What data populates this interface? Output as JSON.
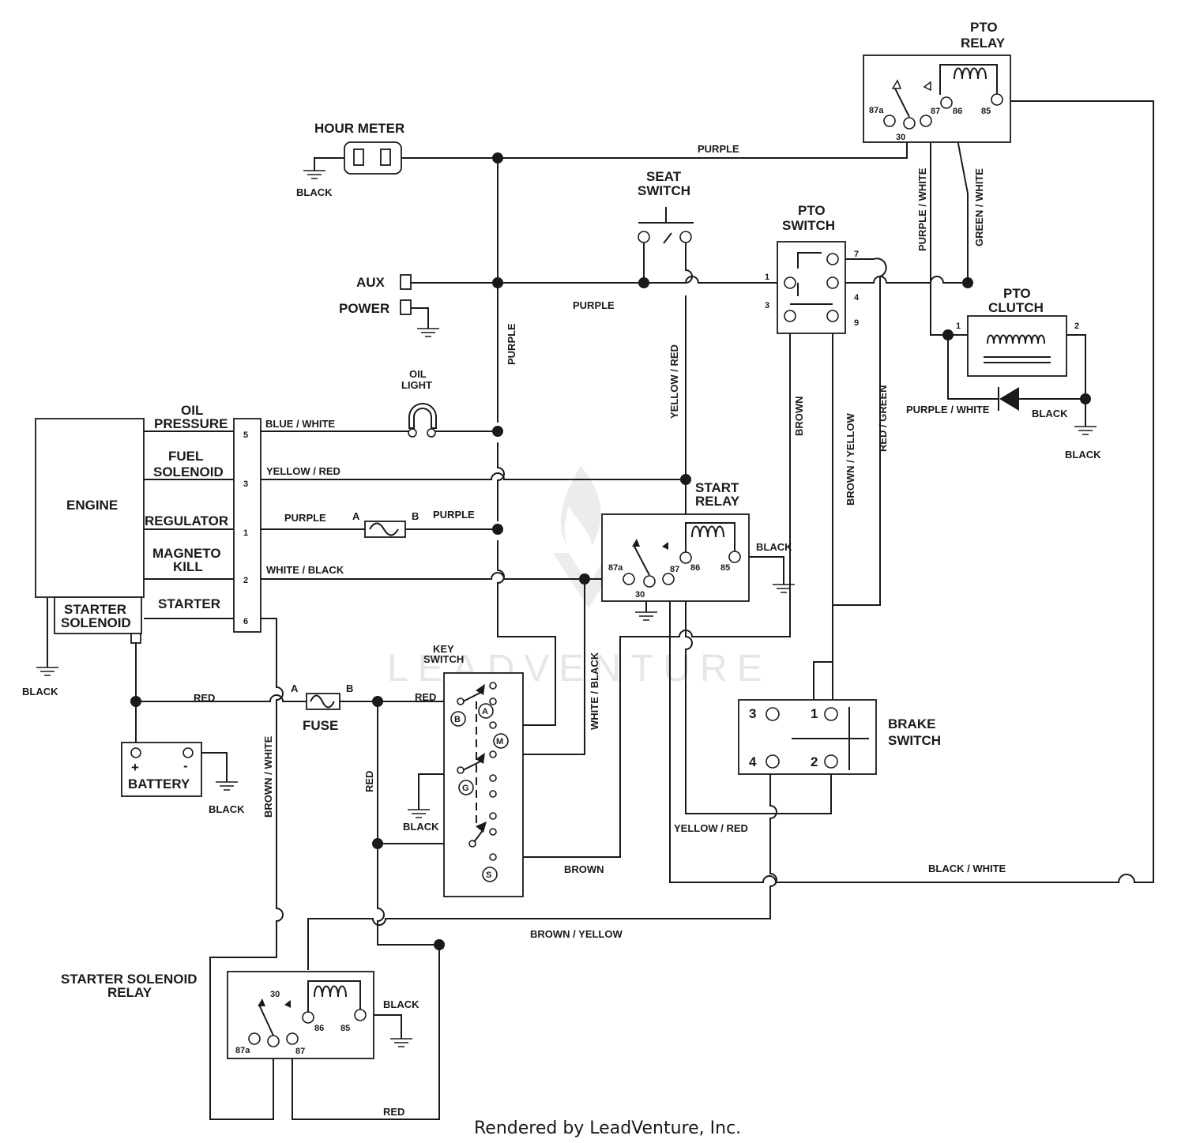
{
  "components": {
    "hour_meter": "HOUR METER",
    "seat_switch": [
      "SEAT",
      "SWITCH"
    ],
    "pto_relay": [
      "PTO",
      "RELAY"
    ],
    "pto_switch": [
      "PTO",
      "SWITCH"
    ],
    "pto_clutch": [
      "PTO",
      "CLUTCH"
    ],
    "aux": "AUX",
    "power": "POWER",
    "oil_light": [
      "OIL",
      "LIGHT"
    ],
    "engine": "ENGINE",
    "oil_pressure": [
      "OIL",
      "PRESSURE"
    ],
    "fuel_solenoid": [
      "FUEL",
      "SOLENOID"
    ],
    "regulator": "REGULATOR",
    "magneto_kill": [
      "MAGNETO",
      "KILL"
    ],
    "starter": "STARTER",
    "starter_solenoid": [
      "STARTER",
      "SOLENOID"
    ],
    "start_relay": [
      "START",
      "RELAY"
    ],
    "key_switch": [
      "KEY",
      "SWITCH"
    ],
    "fuse": "FUSE",
    "battery": "BATTERY",
    "brake_switch": [
      "BRAKE",
      "SWITCH"
    ],
    "starter_solenoid_relay": [
      "STARTER SOLENOID",
      "RELAY"
    ]
  },
  "wires": {
    "purple": "PURPLE",
    "black": "BLACK",
    "purple_white": "PURPLE / WHITE",
    "green_white": "GREEN / WHITE",
    "yellow_red": "YELLOW / RED",
    "blue_white": "BLUE / WHITE",
    "white_black": "WHITE / BLACK",
    "brown": "BROWN",
    "brown_yellow": "BROWN / YELLOW",
    "red_green": "RED / GREEN",
    "red": "RED",
    "brown_white": "BROWN / WHITE",
    "black_white": "BLACK / WHITE"
  },
  "pins": {
    "connector": [
      "5",
      "3",
      "1",
      "2",
      "6"
    ],
    "relay": [
      "87a",
      "30",
      "87",
      "86",
      "85"
    ],
    "pto_switch": [
      "1",
      "3",
      "7",
      "4",
      "9"
    ],
    "pto_clutch": [
      "1",
      "2"
    ],
    "brake_switch": [
      "3",
      "1",
      "4",
      "2"
    ],
    "key_switch": [
      "B",
      "A",
      "M",
      "G",
      "S"
    ],
    "fuse_ends": [
      "A",
      "B"
    ],
    "battery": [
      "+",
      "-"
    ]
  },
  "watermark": "LEADVENTURE",
  "footer": "Rendered by LeadVenture, Inc."
}
